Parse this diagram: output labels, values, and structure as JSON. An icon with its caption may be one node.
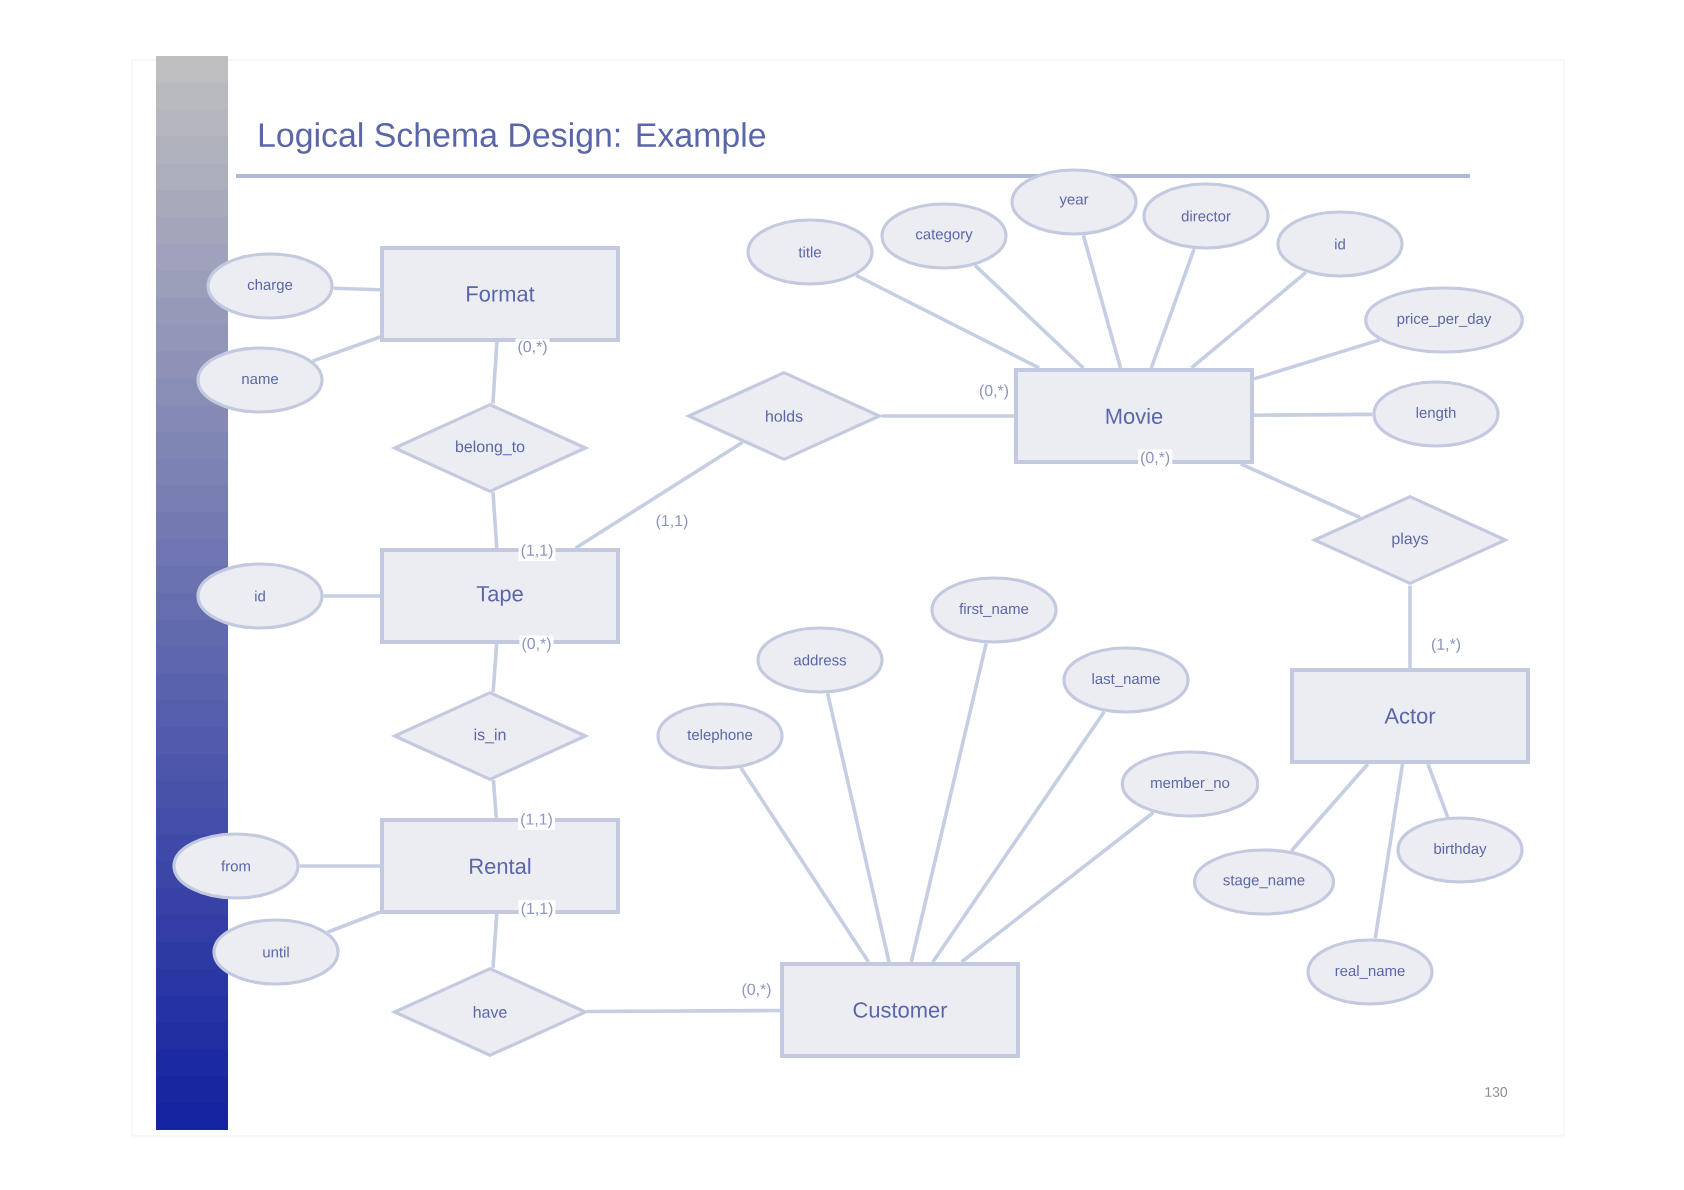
{
  "diagram": {
    "title": "Logical Schema Design: Example",
    "nodes": [
      {
        "text": [
          "Format"
        ]
      },
      {
        "text": [
          "charge"
        ]
      },
      {
        "text": [
          "name"
        ]
      },
      {
        "text": [
          "belong_to"
        ]
      },
      {
        "text": [
          "Tape"
        ]
      },
      {
        "text": [
          "id"
        ]
      },
      {
        "text": [
          "holds"
        ]
      },
      {
        "text": [
          "Movie"
        ]
      },
      {
        "text": [
          "title"
        ]
      },
      {
        "text": [
          "category"
        ]
      },
      {
        "text": [
          "year"
        ]
      },
      {
        "text": [
          "director"
        ]
      },
      {
        "text": [
          "id"
        ]
      },
      {
        "text": [
          "price_per_day"
        ]
      },
      {
        "text": [
          "length"
        ]
      },
      {
        "text": [
          "plays"
        ]
      },
      {
        "text": [
          "Actor"
        ]
      },
      {
        "text": [
          "is_in"
        ]
      },
      {
        "text": [
          "Rental"
        ]
      },
      {
        "text": [
          "from"
        ]
      },
      {
        "text": [
          "until"
        ]
      },
      {
        "text": [
          "have"
        ]
      },
      {
        "text": [
          "Customer"
        ]
      },
      {
        "text": [
          "telephone"
        ]
      },
      {
        "text": [
          "address"
        ]
      },
      {
        "text": [
          "first_name"
        ]
      },
      {
        "text": [
          "last_name"
        ]
      },
      {
        "text": [
          "member_no"
        ]
      },
      {
        "text": [
          "stage_name"
        ]
      },
      {
        "text": [
          "birthday"
        ]
      },
      {
        "text": [
          "real_name"
        ]
      }
    ],
    "edges": [
      {
        "from": 1,
        "to": 0,
        "arrow": "none"
      },
      {
        "from": 2,
        "to": 0,
        "arrow": "none"
      },
      {
        "from": 0,
        "to": 3,
        "arrow": "none",
        "label": "(0,*)"
      },
      {
        "from": 3,
        "to": 4,
        "arrow": "none",
        "label": "(1,1)"
      },
      {
        "from": 5,
        "to": 4,
        "arrow": "none"
      },
      {
        "from": 4,
        "to": 6,
        "arrow": "none",
        "label": "(1,1)"
      },
      {
        "from": 6,
        "to": 7,
        "arrow": "none",
        "label": "(0,*)"
      },
      {
        "from": 8,
        "to": 7,
        "arrow": "none"
      },
      {
        "from": 9,
        "to": 7,
        "arrow": "none"
      },
      {
        "from": 10,
        "to": 7,
        "arrow": "none"
      },
      {
        "from": 11,
        "to": 7,
        "arrow": "none"
      },
      {
        "from": 12,
        "to": 7,
        "arrow": "none"
      },
      {
        "from": 13,
        "to": 7,
        "arrow": "none"
      },
      {
        "from": 14,
        "to": 7,
        "arrow": "none"
      },
      {
        "from": 7,
        "to": 15,
        "arrow": "none",
        "label": "(0,*)"
      },
      {
        "from": 15,
        "to": 16,
        "arrow": "none",
        "label": "(1,*)"
      },
      {
        "from": 4,
        "to": 17,
        "arrow": "none",
        "label": "(0,*)"
      },
      {
        "from": 17,
        "to": 18,
        "arrow": "none",
        "label": "(1,1)"
      },
      {
        "from": 19,
        "to": 18,
        "arrow": "none"
      },
      {
        "from": 20,
        "to": 18,
        "arrow": "none"
      },
      {
        "from": 18,
        "to": 21,
        "arrow": "none",
        "label": "(1,1)"
      },
      {
        "from": 21,
        "to": 22,
        "arrow": "none",
        "label": "(0,*)"
      },
      {
        "from": 23,
        "to": 22,
        "arrow": "none"
      },
      {
        "from": 24,
        "to": 22,
        "arrow": "none"
      },
      {
        "from": 25,
        "to": 22,
        "arrow": "none"
      },
      {
        "from": 26,
        "to": 22,
        "arrow": "none"
      },
      {
        "from": 27,
        "to": 22,
        "arrow": "none"
      },
      {
        "from": 28,
        "to": 16,
        "arrow": "none"
      },
      {
        "from": 29,
        "to": 16,
        "arrow": "none"
      },
      {
        "from": 30,
        "to": 16,
        "arrow": "none"
      }
    ],
    "labels": [
      "130"
    ]
  }
}
